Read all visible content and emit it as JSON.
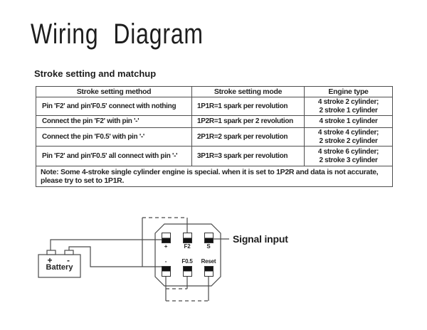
{
  "page": {
    "title": "Wiring Diagram",
    "section_heading": "Stroke setting and matchup"
  },
  "table": {
    "headers": [
      "Stroke setting method",
      "Stroke setting mode",
      "Engine type"
    ],
    "rows": [
      [
        "Pin 'F2' and pin'F0.5' connect with nothing",
        "1P1R=1 spark per revolution",
        "4 stroke 2 cylinder;\n2 stroke 1 cylinder"
      ],
      [
        "Connect the pin 'F2' with pin '-'",
        "1P2R=1 spark per 2 revolution",
        "4 stroke 1 cylinder"
      ],
      [
        "Connect the pin 'F0.5' with pin '-'",
        "2P1R=2 spark per revolution",
        "4 stroke 4 cylinder;\n2 stroke 2 cylinder"
      ],
      [
        "Pin 'F2' and pin'F0.5' all connect with pin '-'",
        "3P1R=3 spark per revolution",
        "4 stroke 6 cylinder;\n2 stroke 3 cylinder"
      ]
    ],
    "note": "Note: Some 4-stroke single cylinder engine is special. when it is set to 1P2R and data is not accurate,\nplease try to set to 1P1R."
  },
  "diagram": {
    "signal_label": "Signal input",
    "battery": {
      "label": "Battery",
      "plus": "+",
      "minus": "-"
    },
    "pins": {
      "plus": "+",
      "f2": "F2",
      "s": "S",
      "minus": "-",
      "f05": "F0.5",
      "reset": "Reset"
    },
    "colors": {
      "line": "#4a4a4a",
      "pin_fill": "#121212",
      "text": "#242424"
    }
  }
}
